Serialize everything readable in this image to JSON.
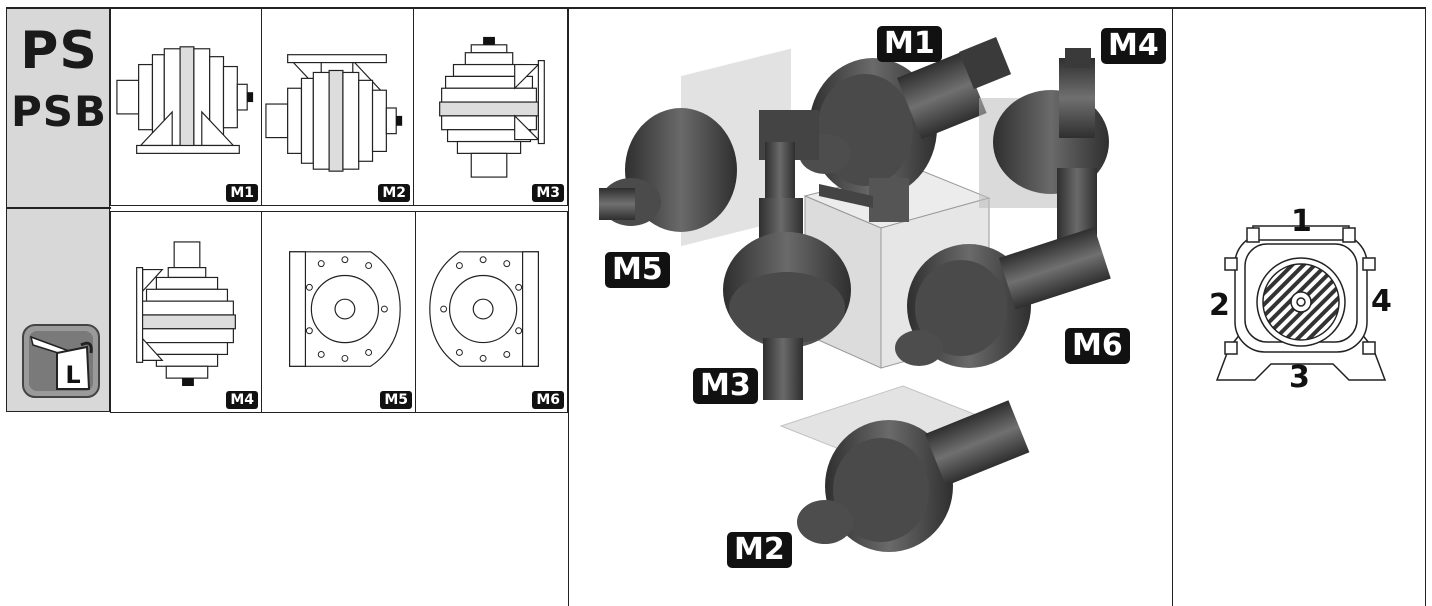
{
  "header": {
    "model_line_1": "PS",
    "model_line_2": "PSB",
    "lubrication_letter": "L"
  },
  "views": [
    {
      "label": "M1"
    },
    {
      "label": "M2"
    },
    {
      "label": "M3"
    },
    {
      "label": "M4"
    },
    {
      "label": "M5"
    },
    {
      "label": "M6"
    }
  ],
  "positions_panel": {
    "labels": {
      "m1": "M1",
      "m2": "M2",
      "m3": "M3",
      "m4": "M4",
      "m5": "M5",
      "m6": "M6"
    }
  },
  "end_view": {
    "side_1": "1",
    "side_2": "2",
    "side_3": "3",
    "side_4": "4"
  },
  "colors": {
    "line": "#222222",
    "label_bg": "#111111",
    "label_text": "#ffffff",
    "header_bg": "#d8d8d8",
    "gear_dark": "#3d3d3d",
    "gear_mid": "#5a5a5a",
    "cube_face": "#e2e2e2"
  }
}
